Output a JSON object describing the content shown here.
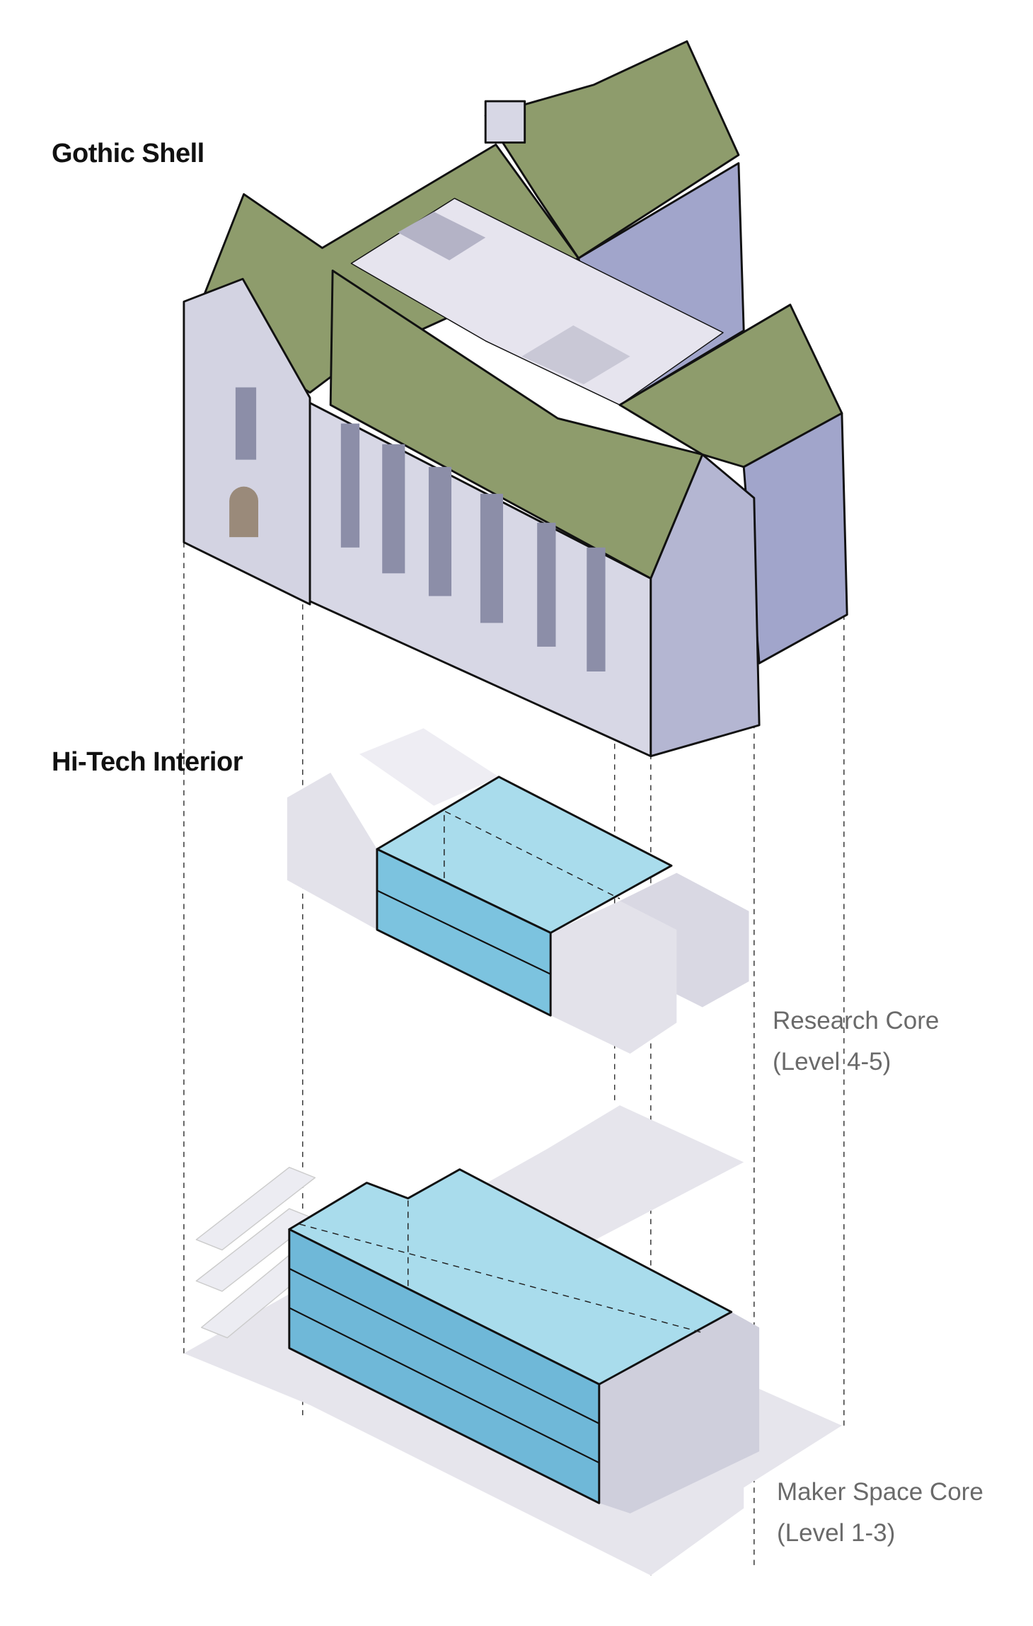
{
  "labels": {
    "shell_title": "Gothic Shell",
    "interior_title": "Hi-Tech Interior",
    "research_core": "Research Core",
    "research_levels": "(Level 4-5)",
    "maker_core": "Maker Space Core",
    "maker_levels": "(Level 1-3)"
  },
  "colors": {
    "roof": "#8e9c6c",
    "facade_light": "#d7d7e5",
    "facade_shade": "#a1a5cb",
    "core_blue": "#7cc3df",
    "massing_grey": "#e3e2ea"
  }
}
